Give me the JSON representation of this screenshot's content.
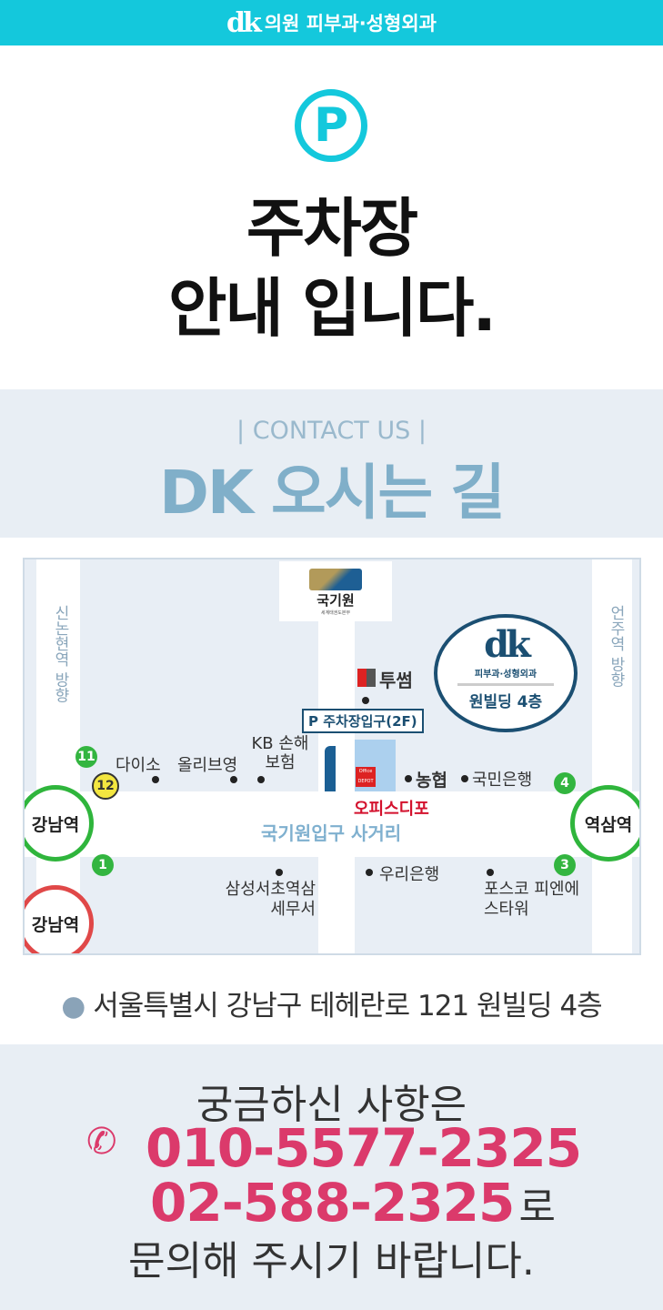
{
  "header": {
    "logo": "dk",
    "title": "의원 피부과·성형외과"
  },
  "parking": {
    "icon": "parking-icon",
    "icon_letter": "P",
    "title_line1": "주차장",
    "title_line2": "안내 입니다."
  },
  "contact": {
    "label": "| CONTACT US |",
    "title": "DK 오시는 길"
  },
  "map": {
    "landmark_top": "국기원",
    "landmark_top_sub": "세계태권도본부",
    "west_direction": "신논현역 방향",
    "east_direction": "언주역 방향",
    "tusseom": "투썸",
    "parking_entrance": "P 주차장입구(2F)",
    "callout_logo": "dk",
    "callout_sub": "피부과·성형외과",
    "callout_floor": "원빌딩 4층",
    "officedepot_logo": "Office DEPOT",
    "officedepot": "오피스디포",
    "nonghyup": "농협",
    "kookmin": "국민은행",
    "daiso": "다이소",
    "oliveyoung": "올리브영",
    "kb": "KB 손해보험",
    "intersection": "국기원입구 사거리",
    "samsung_tax": "삼성서초역삼 세무서",
    "woori": "우리은행",
    "posco": "포스코 피엔에스타워",
    "station_gangnam_line2": "강남역",
    "station_gangnam_sinbundang": "강남역",
    "station_yeoksam": "역삼역",
    "exits": [
      "11",
      "12",
      "1",
      "4",
      "3"
    ]
  },
  "address": {
    "icon": "location-pin-icon",
    "text": "서울특별시 강남구 테헤란로 121 원빌딩 4층"
  },
  "inquiry": {
    "line1": "궁금하신 사항은",
    "icon": "phone-icon",
    "phone1": "010-5577-2325",
    "phone2": "02-588-2325",
    "suffix": "로",
    "line3": "문의해 주시기 바랍니다."
  },
  "colors": {
    "accent": "#14c8dc",
    "phone": "#db3a6b",
    "line2": "#2fb53c",
    "sinbundang": "#e04848",
    "navy": "#1b4f72"
  }
}
